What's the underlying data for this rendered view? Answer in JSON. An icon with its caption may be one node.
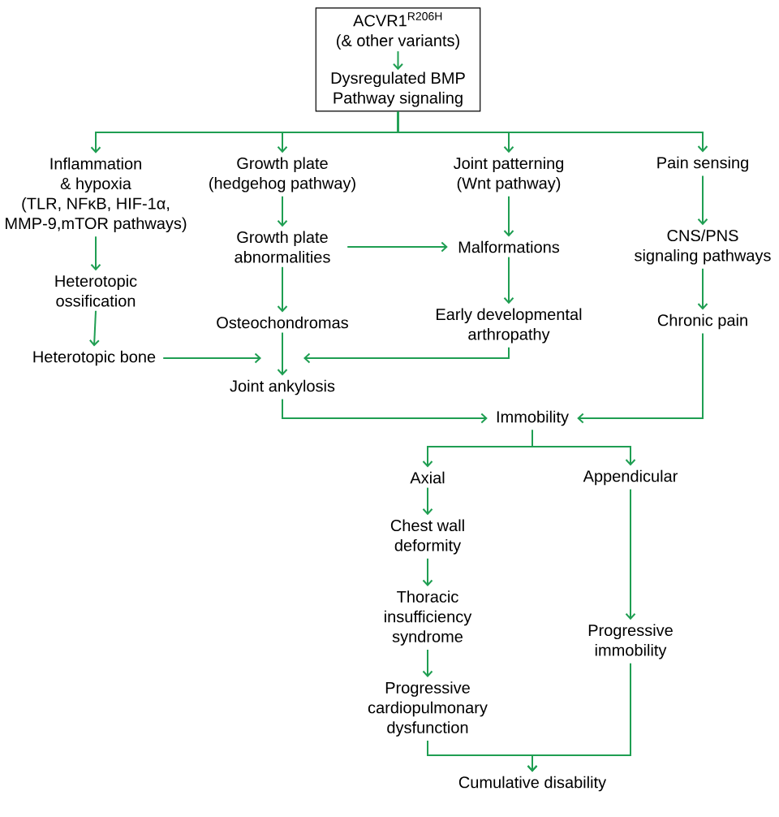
{
  "diagram": {
    "nodes": [
      {
        "text": [],
        "shape": "box"
      },
      {
        "text": [
          "ACVR1$^{R206H}$ (& other variants)"
        ],
        "in": 0
      },
      {
        "text": [
          "Dysregulated BMP Pathway signaling"
        ],
        "in": 0
      },
      {
        "text": [
          "Inflammation & hypoxia (TLR, NFκB, HIF-1α, MMP-9,mTOR pathways)"
        ]
      },
      {
        "text": [
          "Growth plate (hedgehog pathway)"
        ]
      },
      {
        "text": [
          "Joint patterning (Wnt pathway)"
        ]
      },
      {
        "text": [
          "Pain sensing"
        ]
      },
      {
        "text": [
          "Heterotopic ossification"
        ]
      },
      {
        "text": [
          "Growth plate abnormalities"
        ]
      },
      {
        "text": [
          "Malformations"
        ]
      },
      {
        "text": [
          "CNS/PNS signaling pathways"
        ]
      },
      {
        "text": [
          "Heterotopic bone"
        ]
      },
      {
        "text": [
          "Osteochondromas"
        ]
      },
      {
        "text": [
          "Early developmental arthropathy"
        ]
      },
      {
        "text": [
          "Chronic pain"
        ]
      },
      {
        "text": [
          "Joint ankylosis"
        ]
      },
      {
        "text": [
          "Immobility"
        ]
      },
      {
        "text": [
          "Axial"
        ]
      },
      {
        "text": [
          "Appendicular"
        ]
      },
      {
        "text": [
          "Chest wall deformity"
        ]
      },
      {
        "text": [
          "Thoracic insufficiency syndrome"
        ]
      },
      {
        "text": [
          "Progressive immobility"
        ]
      },
      {
        "text": [
          "Progressive cardiopulmonary dysfunction"
        ]
      },
      {
        "text": [
          "Cumulative disability"
        ]
      }
    ],
    "edges": [
      {
        "from": 1,
        "to": 2,
        "arrow": "to"
      },
      {
        "from": 0,
        "to": 3,
        "arrow": "to"
      },
      {
        "from": 0,
        "to": 4,
        "arrow": "to"
      },
      {
        "from": 0,
        "to": 5,
        "arrow": "to"
      },
      {
        "from": 0,
        "to": 6,
        "arrow": "to"
      },
      {
        "from": 3,
        "to": 7,
        "arrow": "to"
      },
      {
        "from": 4,
        "to": 8,
        "arrow": "to"
      },
      {
        "from": 5,
        "to": 9,
        "arrow": "to"
      },
      {
        "from": 6,
        "to": 10,
        "arrow": "to"
      },
      {
        "from": 7,
        "to": 11,
        "arrow": "to"
      },
      {
        "from": 8,
        "to": 9,
        "arrow": "to"
      },
      {
        "from": 8,
        "to": 12,
        "arrow": "to"
      },
      {
        "from": 9,
        "to": 13,
        "arrow": "to"
      },
      {
        "from": 10,
        "to": 14,
        "arrow": "to"
      },
      {
        "from": 11,
        "to": 15,
        "arrow": "to"
      },
      {
        "from": 12,
        "to": 15,
        "arrow": "to"
      },
      {
        "from": 13,
        "to": 15,
        "arrow": "to"
      },
      {
        "from": 15,
        "to": 16,
        "arrow": "to"
      },
      {
        "from": 14,
        "to": 16,
        "arrow": "to"
      },
      {
        "from": 16,
        "to": 17,
        "arrow": "to"
      },
      {
        "from": 16,
        "to": 18,
        "arrow": "to"
      },
      {
        "from": 17,
        "to": 19,
        "arrow": "to"
      },
      {
        "from": 19,
        "to": 20,
        "arrow": "to"
      },
      {
        "from": 20,
        "to": 22,
        "arrow": "to"
      },
      {
        "from": 18,
        "to": 21,
        "arrow": "to"
      },
      {
        "from": 22,
        "to": 23,
        "arrow": "to"
      },
      {
        "from": 21,
        "to": 23,
        "arrow": "to"
      }
    ]
  }
}
